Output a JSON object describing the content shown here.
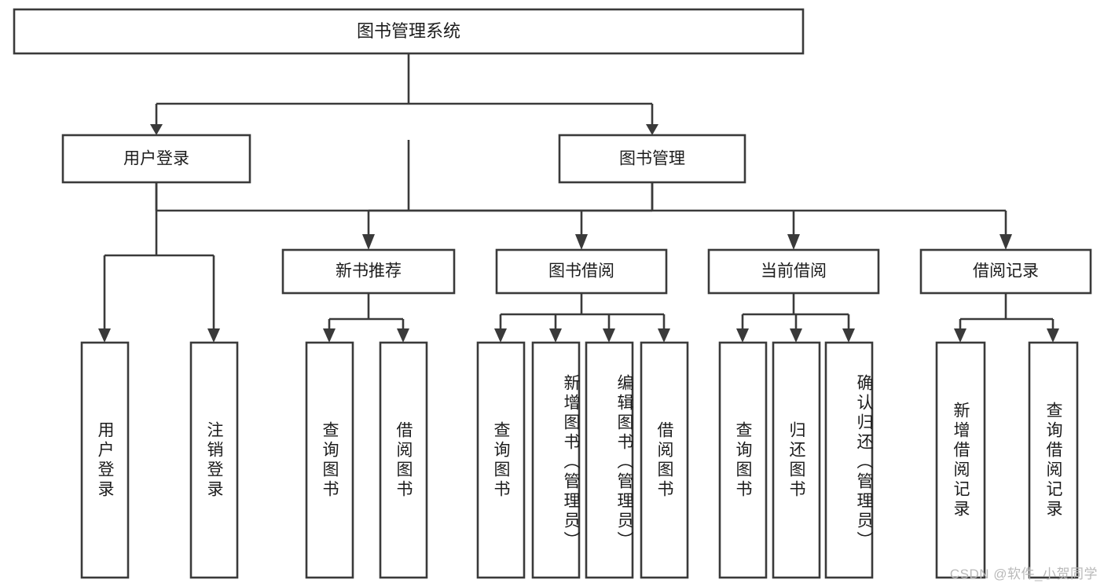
{
  "diagram": {
    "type": "tree",
    "orientation": "top-down",
    "title": "图书管理系统",
    "colors": {
      "box_stroke": "#3a3a3a",
      "box_fill": "#ffffff",
      "text": "#1c1c1c",
      "connector": "#3a3a3a",
      "watermark": "#b9b9b9",
      "background": "#ffffff"
    }
  },
  "root": {
    "label": "图书管理系统"
  },
  "level2": [
    {
      "label": "用户登录"
    },
    {
      "label": "图书管理"
    }
  ],
  "level3": [
    {
      "label": "新书推荐"
    },
    {
      "label": "图书借阅"
    },
    {
      "label": "当前借阅"
    },
    {
      "label": "借阅记录"
    }
  ],
  "leaves": {
    "user_login": [
      {
        "label": "用户登录"
      },
      {
        "label": "注销登录"
      }
    ],
    "new_book_recommend": [
      {
        "label": "查询图书"
      },
      {
        "label": "借阅图书"
      }
    ],
    "book_borrow": [
      {
        "label": "查询图书"
      },
      {
        "label": "新增图书（管理员）"
      },
      {
        "label": "编辑图书（管理员）"
      },
      {
        "label": "借阅图书"
      }
    ],
    "current_borrow": [
      {
        "label": "查询图书"
      },
      {
        "label": "归还图书"
      },
      {
        "label": "确认归还（管理员）"
      }
    ],
    "borrow_record": [
      {
        "label": "新增借阅记录"
      },
      {
        "label": "查询借阅记录"
      }
    ]
  },
  "watermark": {
    "text": "CSDN @软件_小贺同学"
  }
}
